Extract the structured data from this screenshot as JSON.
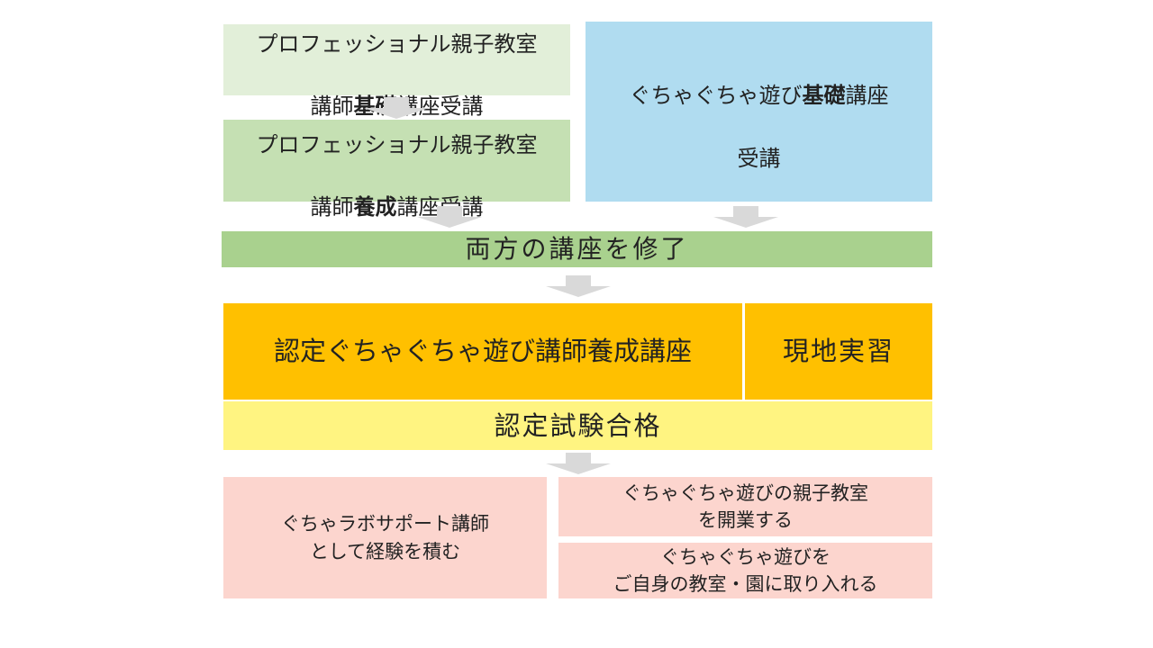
{
  "step1": {
    "line1": "プロフェッショナル親子教室",
    "pre": "講師",
    "emph": "基礎",
    "post": "講座受講",
    "color": "#e2efd9"
  },
  "step2": {
    "line1": "プロフェッショナル親子教室",
    "pre": "講師",
    "emph": "養成",
    "post": "講座受講",
    "color": "#c5e0b3"
  },
  "guchabox": {
    "pre": "ぐちゃぐちゃ遊び",
    "emph": "基礎",
    "post": "講座",
    "line2": "受講",
    "color": "#b0dcf0"
  },
  "both": {
    "label": "両方の講座を修了",
    "color": "#a9d18e"
  },
  "certified_course": {
    "label": "認定ぐちゃぐちゃ遊び講師養成講座",
    "color": "#ffc000"
  },
  "practicum": {
    "label": "現地実習",
    "color": "#ffc000"
  },
  "exam": {
    "label": "認定試験合格",
    "color": "#fff481"
  },
  "outcomes": {
    "color": "#fcd5ce",
    "support": "ぐちゃラボサポート講師\nとして経験を積む",
    "open_class": "ぐちゃぐちゃ遊びの親子教室\nを開業する",
    "integrate": "ぐちゃぐちゃ遊びを\nご自身の教室・園に取り入れる"
  },
  "arrow_color": "#d9d9d9"
}
